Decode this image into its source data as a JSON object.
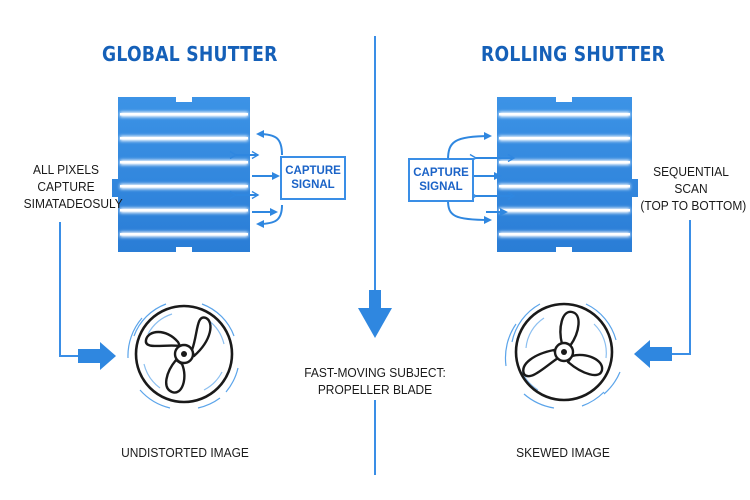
{
  "global": {
    "title": "GLOBAL SHUTTER",
    "side_label": [
      "ALL PIXELS",
      "CAPTURE",
      "SIMATADEOSULY"
    ],
    "capture_box": [
      "CAPTURE",
      "SIGNAL"
    ],
    "result_label": "UNDISTORTED IMAGE"
  },
  "rolling": {
    "title": "ROLLING SHUTTER",
    "side_label": [
      "SEQUENTIAL",
      "SCAN",
      "(TOP TO BOTTOM)"
    ],
    "capture_box": [
      "CAPTURE",
      "SIGNAL"
    ],
    "result_label": "SKEWED IMAGE"
  },
  "center": {
    "subject_label": [
      "FAST-MOVING SUBJECT:",
      "PROPELLER BLADE"
    ]
  },
  "colors": {
    "title": "#1560b8",
    "sensor": "#2f87e0",
    "arrow": "#2f87e0",
    "line": "#3a8ee6"
  },
  "icons": {
    "sensor": "sensor-chip-icon",
    "fan": "propeller-fan-icon",
    "arrow": "arrow-icon"
  }
}
